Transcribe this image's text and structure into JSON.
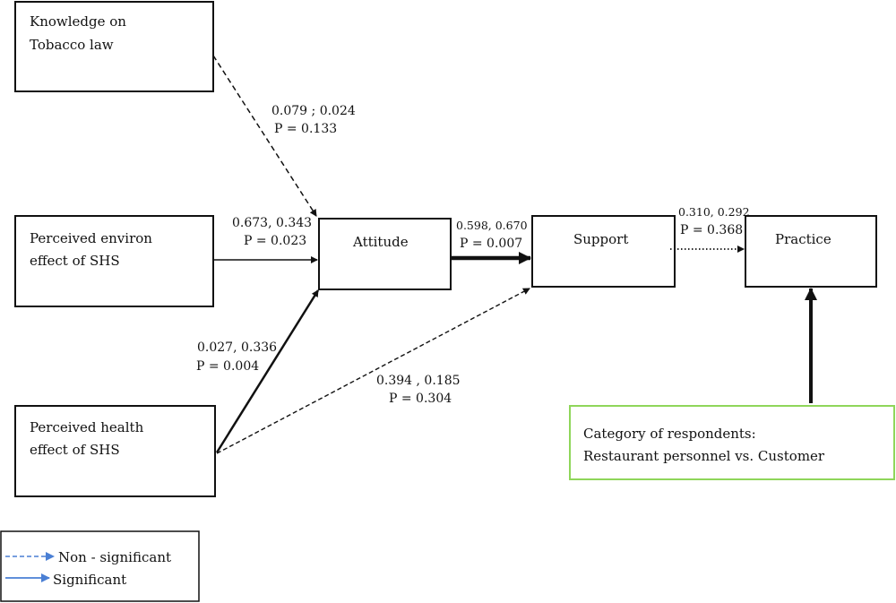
{
  "nodes": {
    "knowledge": {
      "line1": "Knowledge on",
      "line2": "Tobacco law"
    },
    "environ": {
      "line1": "Perceived environ",
      "line2": "effect of SHS"
    },
    "health": {
      "line1": "Perceived health",
      "line2": "effect of SHS"
    },
    "attitude": {
      "label": "Attitude"
    },
    "support": {
      "label": "Support"
    },
    "practice": {
      "label": "Practice"
    },
    "category": {
      "line1": "Category of respondents:",
      "line2": "Restaurant personnel  vs. Customer"
    }
  },
  "edges": {
    "knowledge_attitude": {
      "coef": "0.079 ; 0.024",
      "p": "P = 0.133",
      "significant": false
    },
    "environ_attitude": {
      "coef": "0.673, 0.343",
      "p": "P = 0.023",
      "significant": true
    },
    "health_attitude": {
      "coef": "0.027, 0.336",
      "p": "P = 0.004",
      "significant": true
    },
    "health_support": {
      "coef": "0.394 , 0.185",
      "p": "P = 0.304",
      "significant": false
    },
    "attitude_support": {
      "coef": "0.598, 0.670",
      "p": "P = 0.007",
      "significant": true
    },
    "support_practice": {
      "coef": "0.310, 0.292",
      "p": "P = 0.368",
      "significant": false
    }
  },
  "legend": {
    "non_significant": "Non - significant",
    "significant": "Significant"
  },
  "colors": {
    "line": "#111111",
    "category_border": "#8fd65a",
    "legend_arrow": "#4a7fd4"
  }
}
